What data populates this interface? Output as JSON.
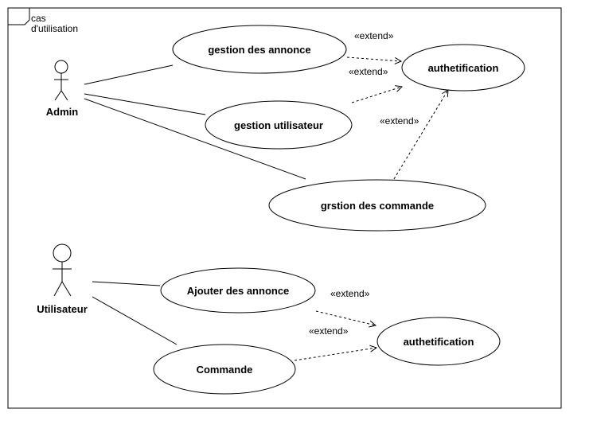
{
  "frame": {
    "title_line1": "cas",
    "title_line2": "d'utilisation"
  },
  "actors": {
    "admin": "Admin",
    "utilisateur": "Utilisateur"
  },
  "use_cases": {
    "gestion_annonce": "gestion des annonce",
    "gestion_utilisateur": "gestion utilisateur",
    "gestion_commande": "grstion des commande",
    "auth_admin": "authetification",
    "ajouter_annonce": "Ajouter des annonce",
    "commande": "Commande",
    "auth_user": "authetification"
  },
  "relations": {
    "extend1": "«extend»",
    "extend2": "«extend»",
    "extend3": "«extend»",
    "extend4": "«extend»",
    "extend5": "«extend»"
  }
}
